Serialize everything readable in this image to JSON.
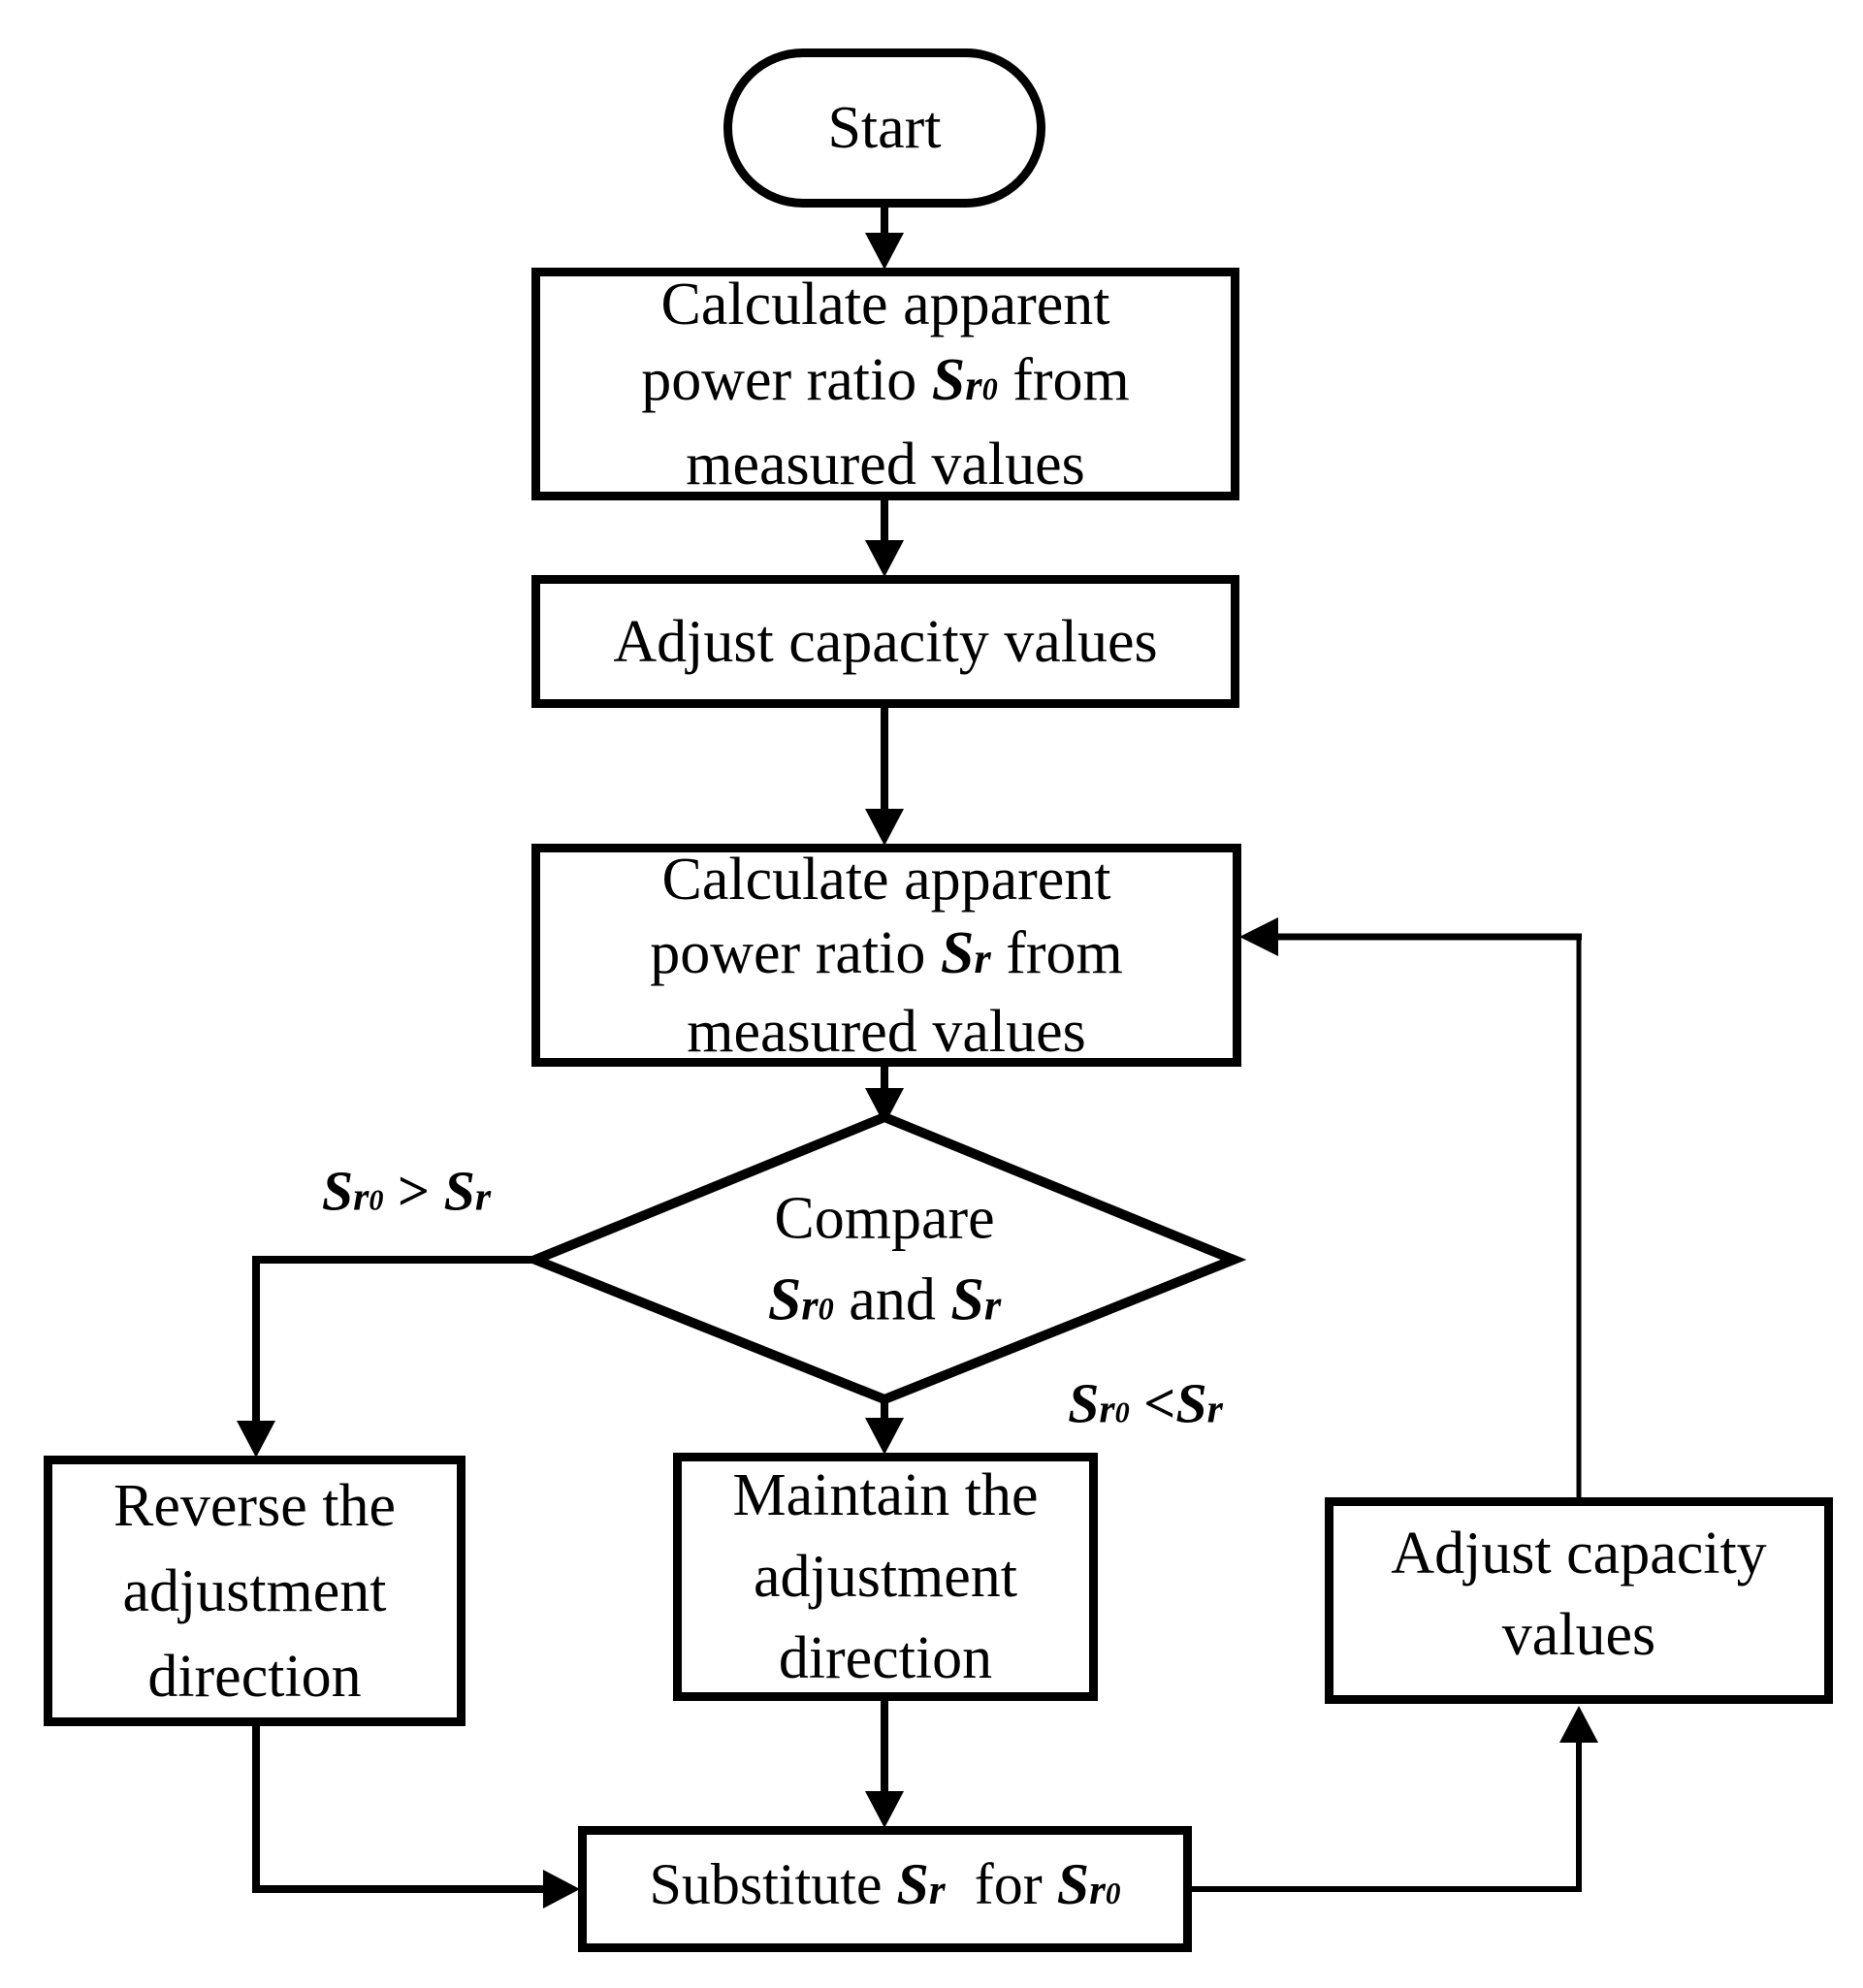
{
  "colors": {
    "ink": "#000000",
    "paper": "#ffffff"
  },
  "nodes": {
    "start": {
      "label": "Start"
    },
    "calc_sr0": {
      "l1": "Calculate apparent",
      "l2a": "power ratio ",
      "l2s": "S",
      "l2r": "r",
      "l2n": "0",
      "l2b": " from",
      "l3": "measured values"
    },
    "adjust_initial": {
      "l1": "Adjust capacity values"
    },
    "calc_sr": {
      "l1": "Calculate apparent",
      "l2a": "power ratio ",
      "l2s": "S",
      "l2r": "r",
      "l2b": " from",
      "l3": "measured values"
    },
    "compare": {
      "l1": "Compare",
      "l2s1": "S",
      "l2r1": "r",
      "l2n1": "0",
      "l2mid": " and ",
      "l2s2": "S",
      "l2r2": "r"
    },
    "reverse": {
      "l1": "Reverse the",
      "l2": "adjustment",
      "l3": "direction"
    },
    "maintain": {
      "l1": "Maintain the",
      "l2": "adjustment",
      "l3": "direction"
    },
    "adjust_loop": {
      "l1": "Adjust capacity",
      "l2": "values"
    },
    "substitute": {
      "a": "Substitute ",
      "s1": "S",
      "r1": "r",
      "b": "  for ",
      "s2": "S",
      "r2": "r",
      "n2": "0"
    }
  },
  "edge_labels": {
    "greater": {
      "s1": "S",
      "r1": "r",
      "n1": "0",
      "op": " > ",
      "s2": "S",
      "r2": "r"
    },
    "less": {
      "s1": "S",
      "r1": "r",
      "n1": "0",
      "op": " <",
      "s2": "S",
      "r2": "r"
    }
  }
}
